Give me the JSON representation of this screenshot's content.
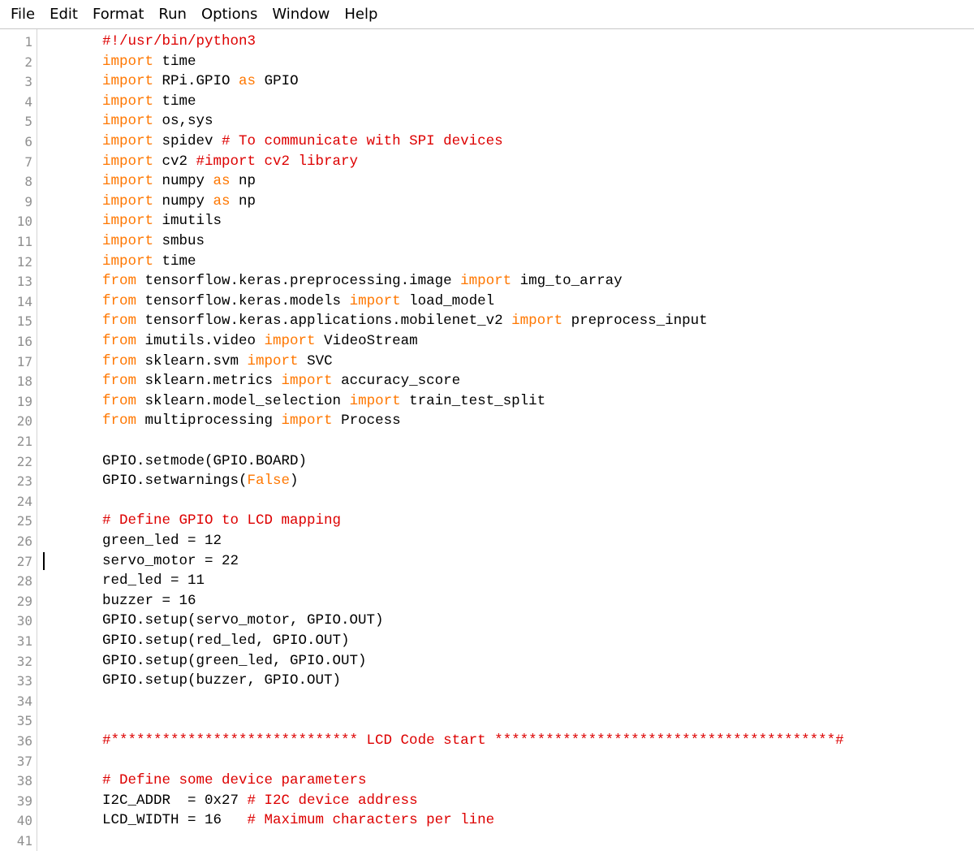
{
  "menu": [
    "File",
    "Edit",
    "Format",
    "Run",
    "Options",
    "Window",
    "Help"
  ],
  "colors": {
    "keyword": "#ff7700",
    "comment": "#dd0000",
    "text": "#000000",
    "line_number": "#909090"
  },
  "editor": {
    "cursor_line": 27,
    "lines": [
      {
        "n": "1",
        "tokens": [
          {
            "t": "#!/usr/bin/python3",
            "c": "cm"
          }
        ]
      },
      {
        "n": "2",
        "tokens": [
          {
            "t": "import",
            "c": "kw"
          },
          {
            "t": " time",
            "c": ""
          }
        ]
      },
      {
        "n": "3",
        "tokens": [
          {
            "t": "import",
            "c": "kw"
          },
          {
            "t": " RPi.GPIO ",
            "c": ""
          },
          {
            "t": "as",
            "c": "kw"
          },
          {
            "t": " GPIO",
            "c": ""
          }
        ]
      },
      {
        "n": "4",
        "tokens": [
          {
            "t": "import",
            "c": "kw"
          },
          {
            "t": " time",
            "c": ""
          }
        ]
      },
      {
        "n": "5",
        "tokens": [
          {
            "t": "import",
            "c": "kw"
          },
          {
            "t": " os,sys",
            "c": ""
          }
        ]
      },
      {
        "n": "6",
        "tokens": [
          {
            "t": "import",
            "c": "kw"
          },
          {
            "t": " spidev ",
            "c": ""
          },
          {
            "t": "# To communicate with SPI devices",
            "c": "cm"
          }
        ]
      },
      {
        "n": "7",
        "tokens": [
          {
            "t": "import",
            "c": "kw"
          },
          {
            "t": " cv2 ",
            "c": ""
          },
          {
            "t": "#import cv2 library",
            "c": "cm"
          }
        ]
      },
      {
        "n": "8",
        "tokens": [
          {
            "t": "import",
            "c": "kw"
          },
          {
            "t": " numpy ",
            "c": ""
          },
          {
            "t": "as",
            "c": "kw"
          },
          {
            "t": " np",
            "c": ""
          }
        ]
      },
      {
        "n": "9",
        "tokens": [
          {
            "t": "import",
            "c": "kw"
          },
          {
            "t": " numpy ",
            "c": ""
          },
          {
            "t": "as",
            "c": "kw"
          },
          {
            "t": " np",
            "c": ""
          }
        ]
      },
      {
        "n": "10",
        "tokens": [
          {
            "t": "import",
            "c": "kw"
          },
          {
            "t": " imutils",
            "c": ""
          }
        ]
      },
      {
        "n": "11",
        "tokens": [
          {
            "t": "import",
            "c": "kw"
          },
          {
            "t": " smbus",
            "c": ""
          }
        ]
      },
      {
        "n": "12",
        "tokens": [
          {
            "t": "import",
            "c": "kw"
          },
          {
            "t": " time",
            "c": ""
          }
        ]
      },
      {
        "n": "13",
        "tokens": [
          {
            "t": "from",
            "c": "kw"
          },
          {
            "t": " tensorflow.keras.preprocessing.image ",
            "c": ""
          },
          {
            "t": "import",
            "c": "kw"
          },
          {
            "t": " img_to_array",
            "c": ""
          }
        ]
      },
      {
        "n": "14",
        "tokens": [
          {
            "t": "from",
            "c": "kw"
          },
          {
            "t": " tensorflow.keras.models ",
            "c": ""
          },
          {
            "t": "import",
            "c": "kw"
          },
          {
            "t": " load_model",
            "c": ""
          }
        ]
      },
      {
        "n": "15",
        "tokens": [
          {
            "t": "from",
            "c": "kw"
          },
          {
            "t": " tensorflow.keras.applications.mobilenet_v2 ",
            "c": ""
          },
          {
            "t": "import",
            "c": "kw"
          },
          {
            "t": " preprocess_input",
            "c": ""
          }
        ]
      },
      {
        "n": "16",
        "tokens": [
          {
            "t": "from",
            "c": "kw"
          },
          {
            "t": " imutils.video ",
            "c": ""
          },
          {
            "t": "import",
            "c": "kw"
          },
          {
            "t": " VideoStream",
            "c": ""
          }
        ]
      },
      {
        "n": "17",
        "tokens": [
          {
            "t": "from",
            "c": "kw"
          },
          {
            "t": " sklearn.svm ",
            "c": ""
          },
          {
            "t": "import",
            "c": "kw"
          },
          {
            "t": " SVC",
            "c": ""
          }
        ]
      },
      {
        "n": "18",
        "tokens": [
          {
            "t": "from",
            "c": "kw"
          },
          {
            "t": " sklearn.metrics ",
            "c": ""
          },
          {
            "t": "import",
            "c": "kw"
          },
          {
            "t": " accuracy_score",
            "c": ""
          }
        ]
      },
      {
        "n": "19",
        "tokens": [
          {
            "t": "from",
            "c": "kw"
          },
          {
            "t": " sklearn.model_selection ",
            "c": ""
          },
          {
            "t": "import",
            "c": "kw"
          },
          {
            "t": " train_test_split",
            "c": ""
          }
        ]
      },
      {
        "n": "20",
        "tokens": [
          {
            "t": "from",
            "c": "kw"
          },
          {
            "t": " multiprocessing ",
            "c": ""
          },
          {
            "t": "import",
            "c": "kw"
          },
          {
            "t": " Process",
            "c": ""
          }
        ]
      },
      {
        "n": "21",
        "tokens": []
      },
      {
        "n": "22",
        "tokens": [
          {
            "t": "GPIO.setmode(GPIO.BOARD)",
            "c": ""
          }
        ]
      },
      {
        "n": "23",
        "tokens": [
          {
            "t": "GPIO.setwarnings(",
            "c": ""
          },
          {
            "t": "False",
            "c": "kw"
          },
          {
            "t": ")",
            "c": ""
          }
        ]
      },
      {
        "n": "24",
        "tokens": []
      },
      {
        "n": "25",
        "tokens": [
          {
            "t": "# Define GPIO to LCD mapping",
            "c": "cm"
          }
        ]
      },
      {
        "n": "26",
        "tokens": [
          {
            "t": "green_led = 12",
            "c": ""
          }
        ]
      },
      {
        "n": "27",
        "tokens": [
          {
            "t": "servo_motor = 22",
            "c": ""
          }
        ]
      },
      {
        "n": "28",
        "tokens": [
          {
            "t": "red_led = 11",
            "c": ""
          }
        ]
      },
      {
        "n": "29",
        "tokens": [
          {
            "t": "buzzer = 16",
            "c": ""
          }
        ]
      },
      {
        "n": "30",
        "tokens": [
          {
            "t": "GPIO.setup(servo_motor, GPIO.OUT)",
            "c": ""
          }
        ]
      },
      {
        "n": "31",
        "tokens": [
          {
            "t": "GPIO.setup(red_led, GPIO.OUT)",
            "c": ""
          }
        ]
      },
      {
        "n": "32",
        "tokens": [
          {
            "t": "GPIO.setup(green_led, GPIO.OUT)",
            "c": ""
          }
        ]
      },
      {
        "n": "33",
        "tokens": [
          {
            "t": "GPIO.setup(buzzer, GPIO.OUT)",
            "c": ""
          }
        ]
      },
      {
        "n": "34",
        "tokens": []
      },
      {
        "n": "35",
        "tokens": []
      },
      {
        "n": "36",
        "tokens": [
          {
            "t": "#***************************** LCD Code start ****************************************#",
            "c": "cm"
          }
        ]
      },
      {
        "n": "37",
        "tokens": []
      },
      {
        "n": "38",
        "tokens": [
          {
            "t": "# Define some device parameters",
            "c": "cm"
          }
        ]
      },
      {
        "n": "39",
        "tokens": [
          {
            "t": "I2C_ADDR  = 0x27 ",
            "c": ""
          },
          {
            "t": "# I2C device address",
            "c": "cm"
          }
        ]
      },
      {
        "n": "40",
        "tokens": [
          {
            "t": "LCD_WIDTH = 16   ",
            "c": ""
          },
          {
            "t": "# Maximum characters per line",
            "c": "cm"
          }
        ]
      },
      {
        "n": "41",
        "tokens": []
      }
    ]
  }
}
